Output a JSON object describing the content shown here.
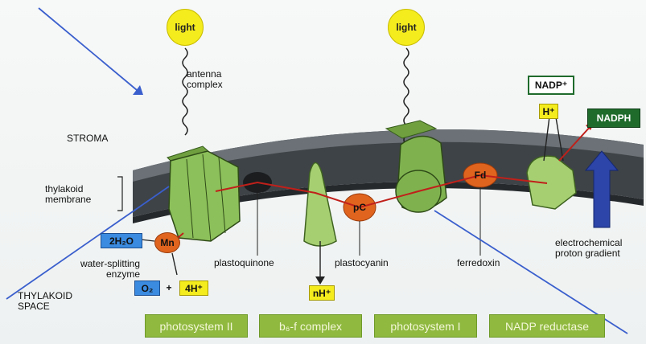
{
  "light_labels": [
    "light",
    "light"
  ],
  "labels": {
    "antenna": [
      "antenna",
      "complex"
    ],
    "stroma": "STROMA",
    "thylakoid_membrane": [
      "thylakoid",
      "membrane"
    ],
    "water_splitting": [
      "water-splitting",
      "enzyme"
    ],
    "thylakoid_space": [
      "THYLAKOID",
      "SPACE"
    ],
    "plastoquinone": "plastoquinone",
    "plastocyanin": "plastocyanin",
    "ferredoxin": "ferredoxin",
    "electrochemical": [
      "electrochemical",
      "proton gradient"
    ]
  },
  "molecules": {
    "h2o": "2H₂O",
    "mn": "Mn",
    "o2": "O₂",
    "plus": "+",
    "h4": "4H⁺",
    "nh": "nH⁺",
    "pc": "pC",
    "fd": "Fd",
    "h_plus": "H⁺",
    "nadp_plus": "NADP⁺",
    "nadph": "NADPH"
  },
  "legend": [
    "photosystem II",
    "b₆-f complex",
    "photosystem I",
    "NADP reductase"
  ],
  "colors": {
    "membrane_dark": "#3e4347",
    "membrane_light": "#6b7176",
    "protein_green": "#8cc05a",
    "protein_dark": "#5a8d33",
    "orange": "#e0641e",
    "light_yellow": "#f5ec1e",
    "arrow_blue": "#2d44a8",
    "annotation_line": "#3a5fcd",
    "nadph_green": "#1f6b2c",
    "legend_green": "#8fb93f"
  },
  "icons": [
    "light-source-icon",
    "wavy-photon-icon",
    "proton-gradient-arrow-icon"
  ]
}
